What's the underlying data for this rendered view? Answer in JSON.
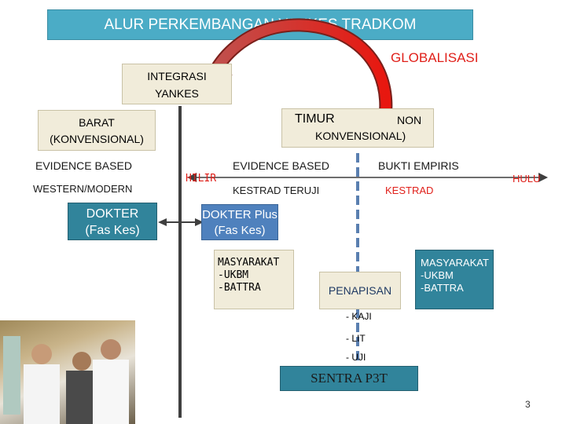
{
  "title": "ALUR PERKEMBANGAN YANKES TRADKOM",
  "globalisasi": "GLOBALISASI",
  "integrasi": {
    "line1": "INTEGRASI",
    "line2": "YANKES"
  },
  "barat": {
    "line1": "BARAT",
    "line2": "(KONVENSIONAL)"
  },
  "timur": {
    "timur": "TIMUR",
    "non": "NON",
    "line2": "KONVENSIONAL)"
  },
  "left": {
    "evidence": "EVIDENCE BASED",
    "western": "WESTERN/MODERN",
    "dokter_line1": "DOKTER",
    "dokter_line2": "(Fas Kes)"
  },
  "hilir": "HILIR",
  "hulu": "HULU",
  "middle": {
    "evidence": "EVIDENCE BASED",
    "kestrad_teruji": "KESTRAD TERUJI",
    "dokter_plus_line1": "DOKTER Plus",
    "dokter_plus_line2": "(Fas Kes)"
  },
  "right": {
    "bukti": "BUKTI EMPIRIS",
    "kestrad": "KESTRAD"
  },
  "masyarakat_left": [
    "MASYARAKAT",
    "-UKBM",
    "-BATTRA"
  ],
  "masyarakat_right": [
    "MASYARAKAT",
    "-UKBM",
    "-BATTRA"
  ],
  "penapisan": "PENAPISAN",
  "steps": [
    "- KAJI",
    "- LIT",
    "- UJI"
  ],
  "sentra": "SENTRA P3T",
  "page_number": "3",
  "colors": {
    "title_bg": "#4bacc6",
    "blue_box": "#4f81bd",
    "teal_box": "#31849b",
    "beige_box": "#f1ecda",
    "red_text": "#e0201a"
  }
}
